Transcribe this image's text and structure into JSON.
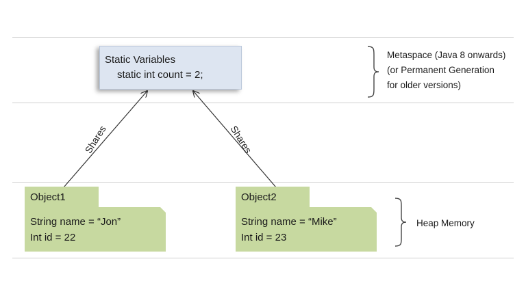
{
  "static_box": {
    "title": "Static Variables",
    "field": "static int count = 2;"
  },
  "metaspace_note": {
    "line1": "Metaspace (Java 8 onwards)",
    "line2": "(or Permanent Generation",
    "line3": "for older versions)"
  },
  "objects": [
    {
      "name": "Object1",
      "field1": "String name = “Jon”",
      "field2": "Int id = 22"
    },
    {
      "name": "Object2",
      "field1": "String name = “Mike”",
      "field2": "Int id = 23"
    }
  ],
  "heap_note": "Heap Memory",
  "arrow_labels": {
    "left": "Shares",
    "right": "Shares"
  },
  "colors": {
    "static_box_fill": "#dde5f1",
    "object_fill": "#c7d9a0",
    "divider": "#cfcfcf"
  }
}
